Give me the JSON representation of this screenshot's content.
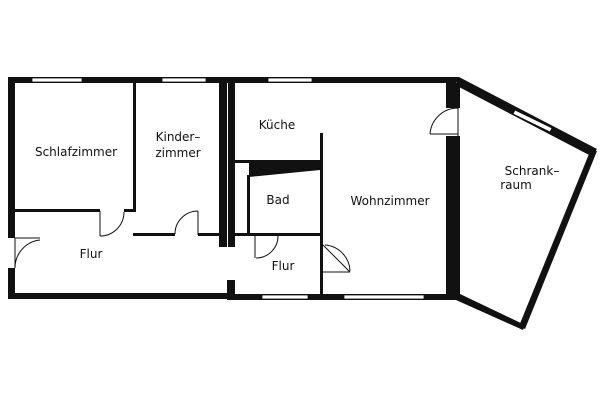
{
  "colors": {
    "wall": "#111111",
    "background": "#ffffff",
    "window": "#ffffff",
    "door_arc": "#111111"
  },
  "rooms": {
    "schlafzimmer": "Schlafzimmer",
    "kinder_line1": "Kinder–",
    "kinder_line2": "zimmer",
    "kueche": "Küche",
    "bad": "Bad",
    "wohnzimmer": "Wohnzimmer",
    "flur_left": "Flur",
    "flur_right": "Flur",
    "schrank_line1": "Schrank–",
    "schrank_line2": "raum"
  }
}
